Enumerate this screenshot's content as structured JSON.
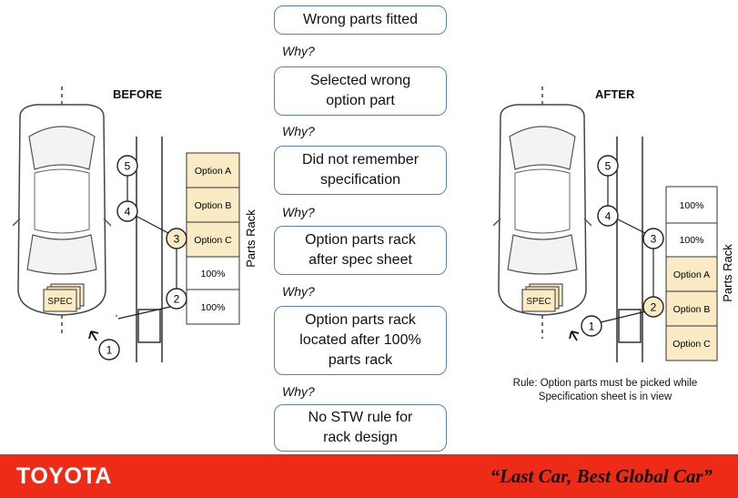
{
  "center_chain": {
    "boxes": [
      "Wrong parts fitted",
      "Selected wrong\noption part",
      "Did not remember\nspecification",
      "Option parts rack\nafter spec sheet",
      "Option parts rack\nlocated after 100%\nparts rack",
      "No STW rule for\nrack design"
    ],
    "why_label": "Why?"
  },
  "before": {
    "title": "BEFORE",
    "spec_label": "SPEC",
    "rack_title": "Parts Rack",
    "rack_cells": [
      "Option A",
      "Option B",
      "Option C",
      "100%",
      "100%"
    ],
    "markers": [
      "1",
      "2",
      "3",
      "4",
      "5"
    ]
  },
  "after": {
    "title": "AFTER",
    "spec_label": "SPEC",
    "rack_title": "Parts Rack",
    "rack_cells": [
      "100%",
      "100%",
      "Option A",
      "Option B",
      "Option C"
    ],
    "markers": [
      "1",
      "2",
      "3",
      "4",
      "5"
    ],
    "rule_text": "Rule: Option parts must be picked while\nSpecification sheet is in view"
  },
  "footer": {
    "brand": "TOYOTA",
    "slogan": "“Last Car, Best Global Car”"
  },
  "colors": {
    "option_fill": "#fbebc5",
    "box_border": "#5a7fb0",
    "footer_bg": "#ee2b17"
  }
}
